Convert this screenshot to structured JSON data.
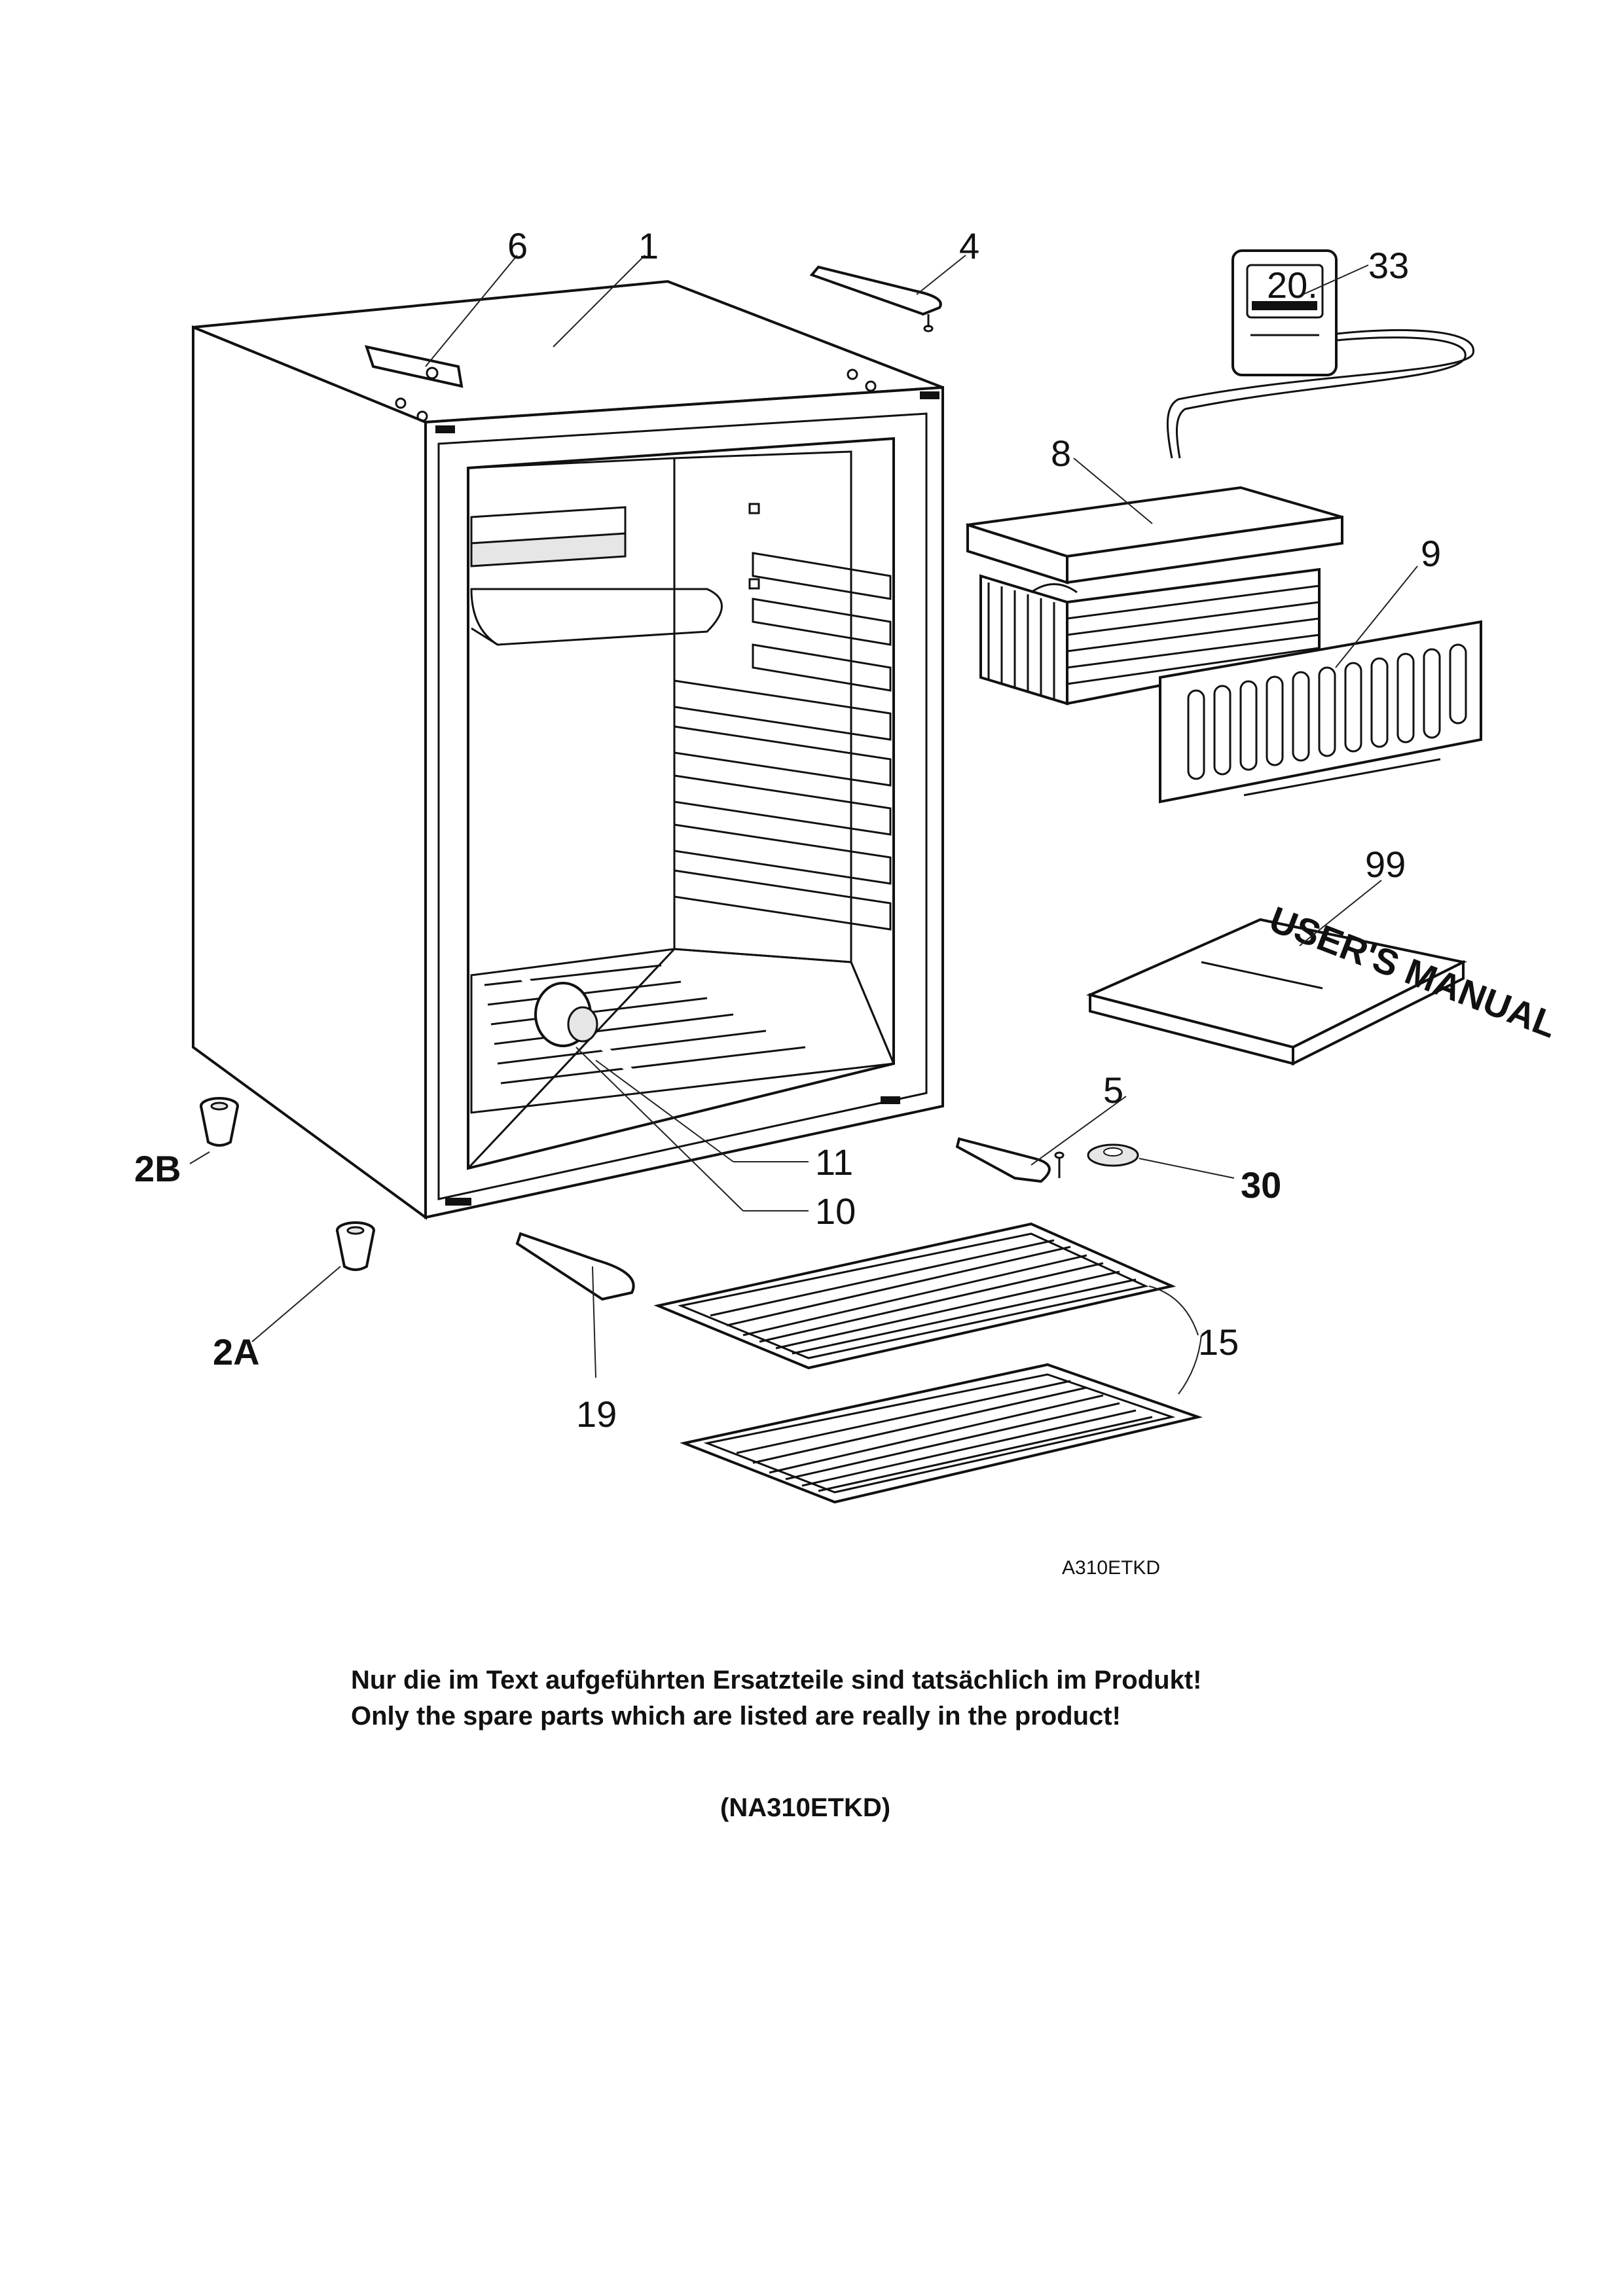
{
  "callouts": {
    "c6": "6",
    "c1": "1",
    "c4": "4",
    "c33": "33",
    "c8": "8",
    "c9": "9",
    "c99": "99",
    "c5": "5",
    "c30": "30",
    "c11": "11",
    "c10": "10",
    "c2b": "2B",
    "c2a": "2A",
    "c15": "15",
    "c19": "19"
  },
  "thermometer_display": "20.",
  "manual_cover_title": "USER'S MANUAL",
  "drawing_code": "A310ETKD",
  "notes": {
    "german": "Nur die im Text aufgeführten Ersatzteile sind tatsächlich im Produkt!",
    "english": "Only the spare parts which are listed are really in the product!"
  },
  "model_code": "(NA310ETKD)"
}
